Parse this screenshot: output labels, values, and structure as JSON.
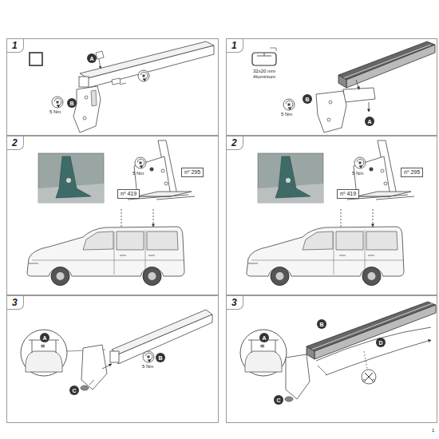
{
  "diagram": {
    "nodes": [
      {
        "text": [
          "1"
        ]
      },
      {
        "text": [
          "A"
        ],
        "in": 0
      },
      {
        "text": [
          "B"
        ],
        "in": 0
      },
      {
        "text": [
          "1"
        ]
      },
      {
        "text": [
          "B"
        ],
        "in": 3
      },
      {
        "text": [
          "A"
        ],
        "in": 3
      },
      {
        "text": [
          "2"
        ]
      },
      {
        "text": [
          "nº 295"
        ],
        "in": 6
      },
      {
        "text": [
          "nº 419"
        ],
        "in": 6
      },
      {
        "text": [
          "2"
        ]
      },
      {
        "text": [
          "nº 295"
        ],
        "in": 9
      },
      {
        "text": [
          "nº 419"
        ],
        "in": 9
      },
      {
        "text": [
          "3"
        ]
      },
      {
        "text": [
          "A"
        ],
        "in": 12
      },
      {
        "text": [
          "B"
        ],
        "in": 12
      },
      {
        "text": [
          "C"
        ],
        "in": 12
      },
      {
        "text": [
          "3"
        ]
      },
      {
        "text": [
          "B"
        ],
        "in": 16
      },
      {
        "text": [
          "A"
        ],
        "in": 16
      },
      {
        "text": [
          "D"
        ],
        "in": 16
      },
      {
        "text": [
          "C"
        ],
        "in": 16
      }
    ],
    "labels": [
      "5 Nm",
      "32x20 mm Aluminium",
      "5 Nm",
      "5 Nm",
      "5 Nm",
      "5 Nm",
      "=",
      "=",
      "1"
    ]
  }
}
